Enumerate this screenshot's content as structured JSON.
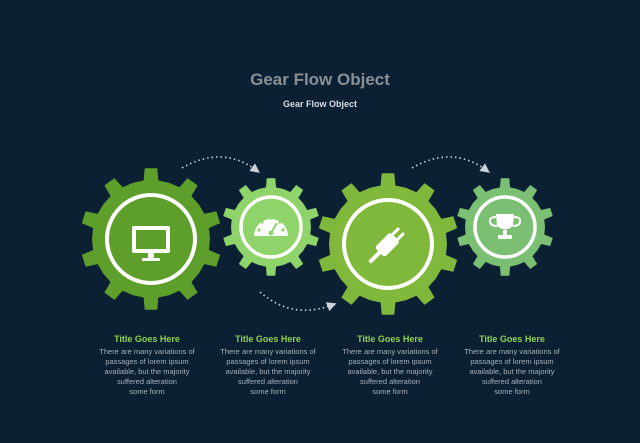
{
  "header": {
    "title": "Gear Flow Object",
    "subtitle": "Gear Flow Object"
  },
  "colors": {
    "background": "#0c2034",
    "gear_dark": "#5e9e2a",
    "gear_mid": "#7fb83a",
    "gear_light": "#8fd46a",
    "gear_pale": "#7bbf72",
    "caption_title": "#8fd14f"
  },
  "steps": [
    {
      "icon": "monitor-icon",
      "title": "Title Goes Here",
      "lines": [
        "There are many variations of",
        "passages of lorem ipsum",
        "available, but the majority",
        "suffered alteration",
        "some form"
      ]
    },
    {
      "icon": "speedometer-icon",
      "title": "Title Goes Here",
      "lines": [
        "There are many variations of",
        "passages of lorem ipsum",
        "available, but the majority",
        "suffered alteration",
        "some form"
      ]
    },
    {
      "icon": "plug-icon",
      "title": "Title Goes Here",
      "lines": [
        "There are many variations of",
        "passages of lorem ipsum",
        "available, but the majority",
        "suffered alteration",
        "some form"
      ]
    },
    {
      "icon": "trophy-icon",
      "title": "Title Goes Here",
      "lines": [
        "There are many variations of",
        "passages of lorem ipsum",
        "available, but the majority",
        "suffered alteration",
        "some form"
      ]
    }
  ]
}
